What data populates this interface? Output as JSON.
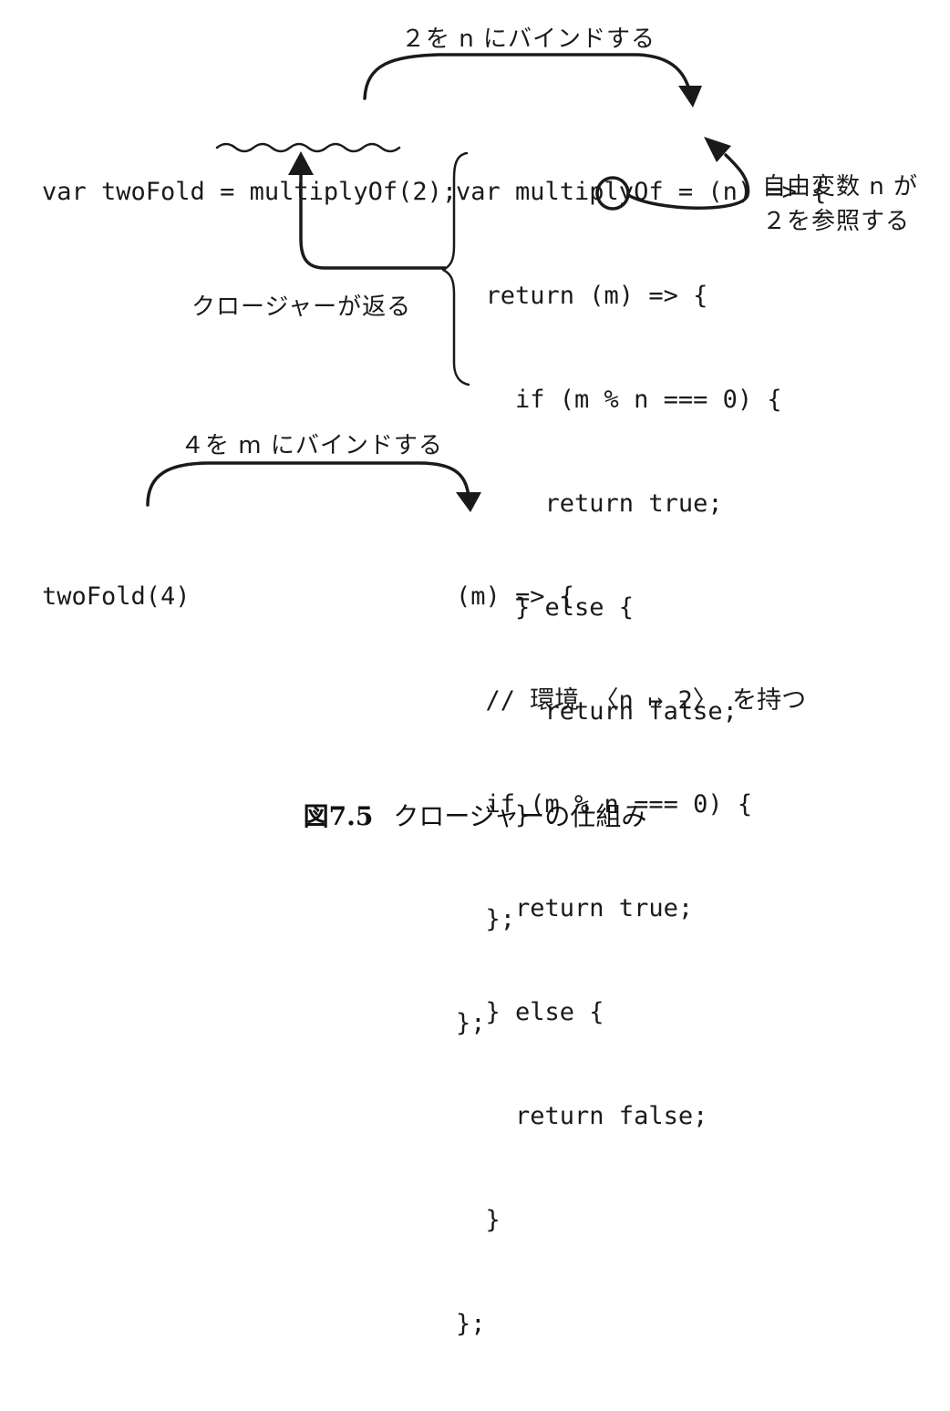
{
  "code": {
    "twofold_decl": "var twoFold = multiplyOf(2);",
    "multiply_of": [
      "var multiplyOf = (n) => {",
      "  return (m) => {",
      "    if (m % n === 0) {",
      "      return true;",
      "    } else {",
      "      return false;",
      "    }",
      "  };",
      "};"
    ],
    "twofold_call": "twoFold(4)",
    "closure_body": [
      "(m) => {",
      "  // 環境 〈n ↦ 2〉 を持つ",
      "  if (m % n === 0) {",
      "    return true;",
      "  } else {",
      "    return false;",
      "  }",
      "};"
    ]
  },
  "annotations": {
    "bind_n": "２を n にバインドする",
    "free_var_line1": "自由変数 n が",
    "free_var_line2": "２を参照する",
    "closure_returned": "クロージャーが返る",
    "bind_m": "４を m にバインドする"
  },
  "caption": {
    "number": "図7.5",
    "text": "クロージャーの仕組み"
  }
}
